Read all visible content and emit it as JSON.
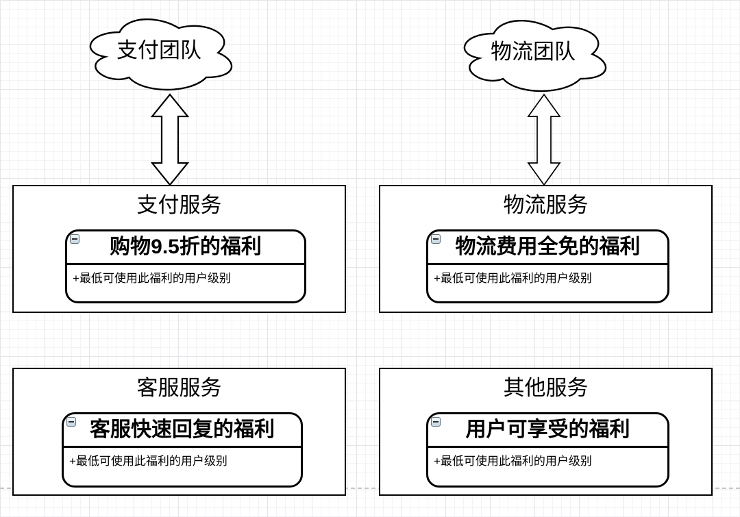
{
  "colors": {
    "shape_stroke": "#000000",
    "shape_fill": "#ffffff",
    "grid_minor": "#f3f3f6",
    "grid_major": "#e4e4e9",
    "page_break_line": "#c6c6ca",
    "collapse_icon_bg": "#c2d5e0",
    "collapse_icon_border": "#61707c"
  },
  "icons": {
    "collapse": {
      "name": "collapse-minus-icon",
      "glyph": "−"
    }
  },
  "teams": [
    {
      "label": "支付团队"
    },
    {
      "label": "物流团队"
    }
  ],
  "connectors": [
    {
      "type": "double-headed-arrow",
      "from": "支付团队",
      "to": "支付服务"
    },
    {
      "type": "double-headed-arrow",
      "from": "物流团队",
      "to": "物流服务"
    }
  ],
  "services": [
    {
      "title": "支付服务",
      "benefit": {
        "title": "购物9.5折的福利",
        "attribute": "+最低可使用此福利的用户级别"
      }
    },
    {
      "title": "物流服务",
      "benefit": {
        "title": "物流费用全免的福利",
        "attribute": "+最低可使用此福利的用户级别"
      }
    },
    {
      "title": "客服服务",
      "benefit": {
        "title": "客服快速回复的福利",
        "attribute": "+最低可使用此福利的用户级别"
      }
    },
    {
      "title": "其他服务",
      "benefit": {
        "title": "用户可享受的福利",
        "attribute": "+最低可使用此福利的用户级别"
      }
    }
  ]
}
